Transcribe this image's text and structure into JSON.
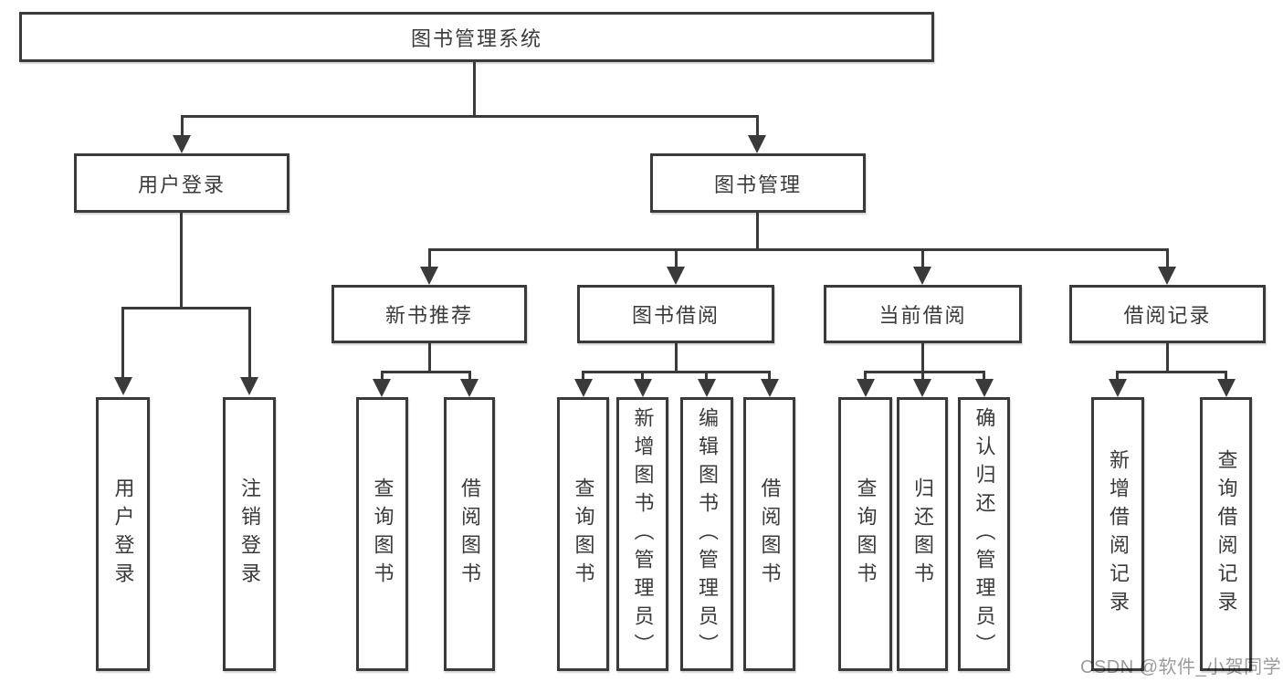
{
  "tree": {
    "label": "图书管理系统",
    "children": [
      {
        "label": "用户登录",
        "children": [
          {
            "label": "用户登录"
          },
          {
            "label": "注销登录"
          }
        ]
      },
      {
        "label": "图书管理",
        "children": [
          {
            "label": "新书推荐",
            "children": [
              {
                "label": "查询图书"
              },
              {
                "label": "借阅图书"
              }
            ]
          },
          {
            "label": "图书借阅",
            "children": [
              {
                "label": "查询图书"
              },
              {
                "label": "新增图书（管理员）"
              },
              {
                "label": "编辑图书（管理员）"
              },
              {
                "label": "借阅图书"
              }
            ]
          },
          {
            "label": "当前借阅",
            "children": [
              {
                "label": "查询图书"
              },
              {
                "label": "归还图书"
              },
              {
                "label": "确认归还（管理员）"
              }
            ]
          },
          {
            "label": "借阅记录",
            "children": [
              {
                "label": "新增借阅记录"
              },
              {
                "label": "查询借阅记录"
              }
            ]
          }
        ]
      }
    ]
  },
  "watermark": {
    "text": "CSDN @软件_小贺同学"
  },
  "colors": {
    "line": "#3a3a3a",
    "text": "#3a3a3a",
    "watermark": "#9b9b9b",
    "background": "#ffffff"
  }
}
